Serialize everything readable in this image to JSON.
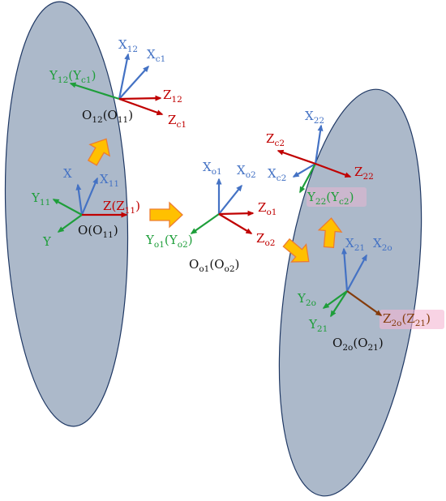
{
  "colors": {
    "body": "#ACB9CA",
    "body_outline": "#1F3864",
    "x_axis": "#4472C4",
    "y_axis": "#1E9E3A",
    "z_axis": "#C00000",
    "z_axis_alt": "#843C0C",
    "arrow_fill": "#FFC000",
    "arrow_outline": "#ED7D31",
    "highlight": "#F4B6D2"
  },
  "frames": {
    "f12": {
      "x": {
        "base": "X",
        "sub": "12"
      },
      "xc": {
        "base": "X",
        "sub": "c1"
      },
      "y": {
        "base": "Y",
        "sub": "12",
        "pre": "(",
        "base2": "Y",
        "sub2": "c1",
        "post": ")"
      },
      "z": {
        "base": "Z",
        "sub": "12"
      },
      "zc": {
        "base": "Z",
        "sub": "c1"
      },
      "origin": {
        "base": "O",
        "sub": "12",
        "pre": "(",
        "base2": "O",
        "sub2": "11",
        "post": ")"
      }
    },
    "f11": {
      "x": {
        "base": "X"
      },
      "x11": {
        "base": "X",
        "sub": "11"
      },
      "y": {
        "base": "Y"
      },
      "y11": {
        "base": "Y",
        "sub": "11"
      },
      "z": {
        "base": "Z",
        "pre": "(",
        "base2": "Z",
        "sub2": "11",
        "post": ")"
      },
      "origin": {
        "base": "O",
        "pre": "(",
        "base2": "O",
        "sub2": "11",
        "post": ")"
      }
    },
    "fo": {
      "x1": {
        "base": "X",
        "sub": "o1"
      },
      "x2": {
        "base": "X",
        "sub": "o2"
      },
      "y": {
        "base": "Y",
        "sub": "o1",
        "pre": "(",
        "base2": "Y",
        "sub2": "o2",
        "post": ")"
      },
      "z1": {
        "base": "Z",
        "sub": "o1"
      },
      "z2": {
        "base": "Z",
        "sub": "o2"
      },
      "origin": {
        "base": "O",
        "sub": "o1",
        "pre": "(",
        "base2": "O",
        "sub2": "o2",
        "post": ")"
      }
    },
    "f22": {
      "x": {
        "base": "X",
        "sub": "22"
      },
      "xc": {
        "base": "X",
        "sub": "c2"
      },
      "y": {
        "base": "Y",
        "sub": "22",
        "pre": "(",
        "base2": "Y",
        "sub2": "c2",
        "post": ")"
      },
      "z": {
        "base": "Z",
        "sub": "22"
      },
      "zc": {
        "base": "Z",
        "sub": "c2"
      }
    },
    "f21": {
      "x21": {
        "base": "X",
        "sub": "21"
      },
      "x2o": {
        "base": "X",
        "sub": "2o"
      },
      "y2o": {
        "base": "Y",
        "sub": "2o"
      },
      "y21": {
        "base": "Y",
        "sub": "21"
      },
      "z": {
        "base": "Z",
        "sub": "2o",
        "pre": "(",
        "base2": "Z",
        "sub2": "21",
        "post": ")"
      },
      "origin": {
        "base": "O",
        "sub": "2o",
        "pre": "(",
        "base2": "O",
        "sub2": "21",
        "post": ")"
      }
    }
  }
}
